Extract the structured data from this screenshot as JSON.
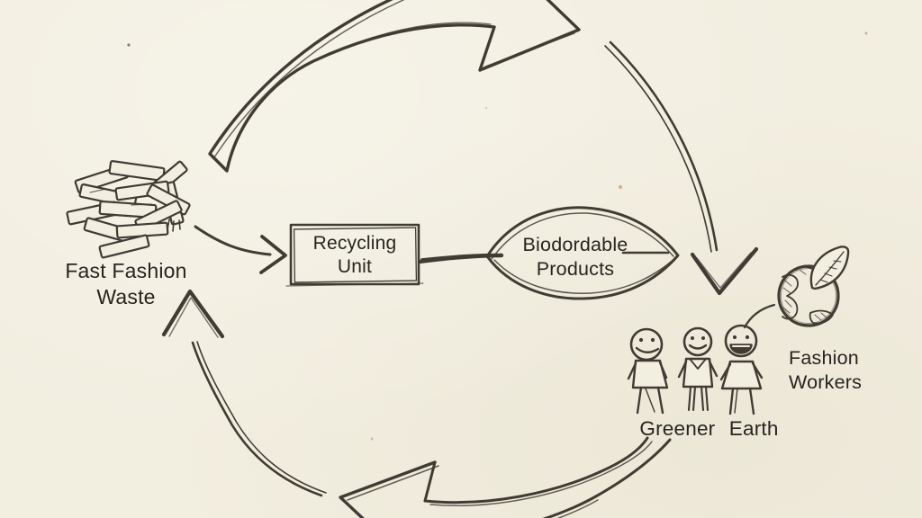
{
  "diagram": {
    "type": "hand-drawn-cycle-flow",
    "colors": {
      "background": "#f2eee0",
      "ink": "#403c33",
      "text": "#27251f"
    },
    "nodes": [
      {
        "id": "fast-fashion-waste",
        "label": "Fast Fashion Waste",
        "icon": "fabric-scraps-icon"
      },
      {
        "id": "recycling-unit",
        "label": "Recycling Unit",
        "icon": "sketch-box"
      },
      {
        "id": "biodordable-products",
        "label": "Biodordable Products",
        "icon": "leaf-outline-shape"
      },
      {
        "id": "greener-earth",
        "label": "Greener Earth",
        "icon": "three-people-icon"
      },
      {
        "id": "fashion-workers",
        "label": "Fashion Workers",
        "icon": "globe-leaf-icon"
      }
    ],
    "edges": [
      {
        "from": "fast-fashion-waste",
        "to": "recycling-unit",
        "style": "small-curved-arrow"
      },
      {
        "from": "recycling-unit",
        "to": "biodordable-products",
        "style": "straight-connector"
      },
      {
        "from": "fast-fashion-waste",
        "to": "fashion-workers",
        "style": "large-block-arrow-top"
      },
      {
        "from": "biodordable-products",
        "to": "greener-earth",
        "style": "thin-curved-arrow-down"
      },
      {
        "from": "greener-earth",
        "to": "fast-fashion-waste",
        "style": "large-block-arrow-bottom-and-thin-return-arrow"
      }
    ]
  }
}
